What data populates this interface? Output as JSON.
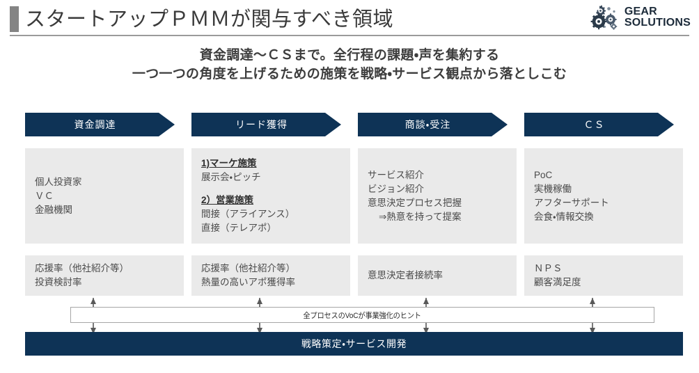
{
  "header": {
    "title": "スタートアップＰＭＭが関与すべき領域",
    "brand": {
      "line1": "GEAR",
      "line2": "SOLUTIONS",
      "mark": "gears-icon"
    }
  },
  "subtitle": {
    "line1": "資金調達〜ＣＳまで。全行程の課題・声を集約する",
    "line2": "一つ一つの角度を上げるための施策を戦略・サービス観点から落としこむ"
  },
  "colors": {
    "navy": "#0e3356",
    "cell_gray": "#eaeaea",
    "accent_gray": "#848484",
    "text_gray": "#4a4a4a"
  },
  "columns": [
    {
      "stage": "資金調達",
      "activities": [
        {
          "text": "個人投資家",
          "style": "normal"
        },
        {
          "text": "ＶＣ",
          "style": "normal"
        },
        {
          "text": "金融機関",
          "style": "normal"
        }
      ],
      "kpis": [
        {
          "text": "応援率（他社紹介等）"
        },
        {
          "text": "投資検討率"
        }
      ]
    },
    {
      "stage": "リード獲得",
      "activities": [
        {
          "text": "1)マーケ施策",
          "style": "head"
        },
        {
          "text": "展示会・ピッチ",
          "style": "normal"
        },
        {
          "text": "",
          "style": "gap"
        },
        {
          "text": "2）営業施策",
          "style": "head"
        },
        {
          "text": "間接（アライアンス）",
          "style": "normal"
        },
        {
          "text": "直接（テレアポ）",
          "style": "normal"
        }
      ],
      "kpis": [
        {
          "text": "応援率（他社紹介等）"
        },
        {
          "text": "熱量の高いアポ獲得率"
        }
      ]
    },
    {
      "stage": "商談・受注",
      "activities": [
        {
          "text": "サービス紹介",
          "style": "normal"
        },
        {
          "text": "ビジョン紹介",
          "style": "normal"
        },
        {
          "text": "意思決定プロセス把握",
          "style": "normal"
        },
        {
          "text": "⇒熱意を持って提案",
          "style": "indent"
        }
      ],
      "kpis": [
        {
          "text": "意思決定者接続率"
        }
      ]
    },
    {
      "stage": "ＣＳ",
      "activities": [
        {
          "text": "PoC",
          "style": "normal"
        },
        {
          "text": "実機稼働",
          "style": "normal"
        },
        {
          "text": "アフターサポート",
          "style": "normal"
        },
        {
          "text": "会食・情報交換",
          "style": "normal"
        }
      ],
      "kpis": [
        {
          "text": "ＮＰＳ"
        },
        {
          "text": "顧客満足度"
        }
      ]
    }
  ],
  "voc": {
    "label": "全プロセスのVoCが事業強化のヒント"
  },
  "footer": {
    "label": "戦略策定・サービス開発"
  }
}
